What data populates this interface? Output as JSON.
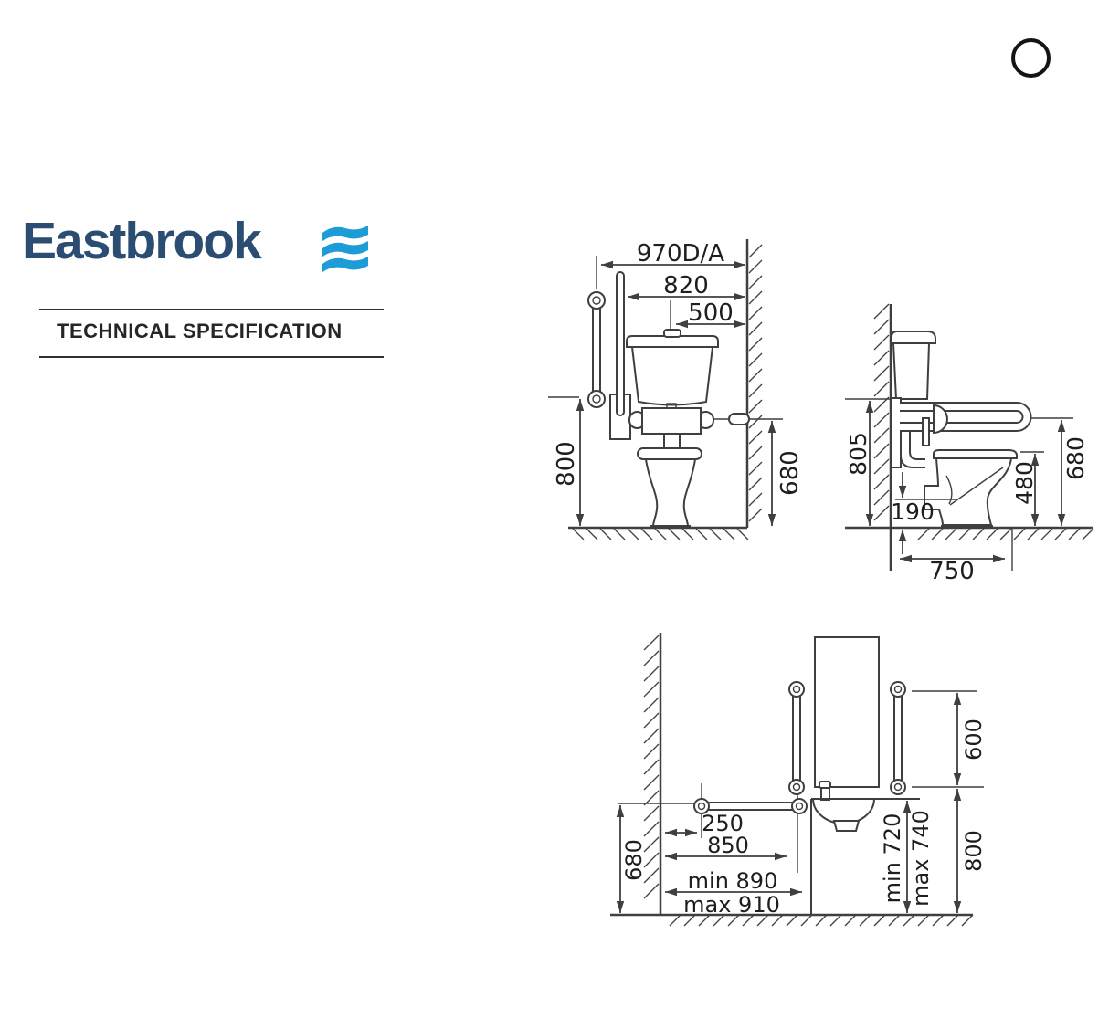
{
  "header": {
    "logo_text": "Eastbrook",
    "section_title": "TECHNICAL SPECIFICATION"
  },
  "colors": {
    "logo_navy": "#2b4d71",
    "logo_wave_blue": "#1d9cd8",
    "drawing_line": "#3f3f3f",
    "dimension_text": "#1e1e1e"
  },
  "front_view": {
    "dims": {
      "overall_width": "970D/A",
      "width_820": "820",
      "width_500": "500",
      "height_800": "800",
      "height_680": "680"
    }
  },
  "side_view": {
    "dims": {
      "height_805": "805",
      "height_190": "190",
      "height_480": "480",
      "height_680": "680",
      "depth_750": "750"
    }
  },
  "basin_view": {
    "dims": {
      "rail_length_600": "600",
      "offset_250": "250",
      "width_850": "850",
      "width_min_890": "min 890",
      "width_max_910": "max 910",
      "height_680": "680",
      "basin_min_720": "min 720",
      "basin_max_740": "max 740",
      "height_800": "800"
    }
  }
}
